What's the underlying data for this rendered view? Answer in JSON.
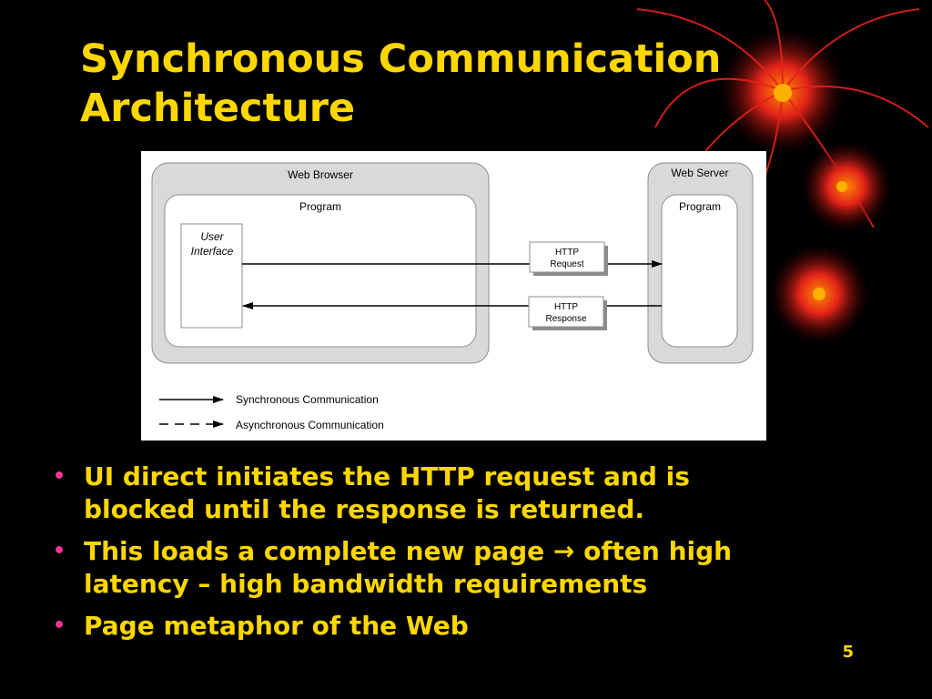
{
  "slide": {
    "title_line1": "Synchronous Communication",
    "title_line2": "Architecture",
    "page_number": "5"
  },
  "diagram": {
    "browser_label": "Web Browser",
    "browser_program_label": "Program",
    "ui_label_line1": "User",
    "ui_label_line2": "Interface",
    "server_label": "Web Server",
    "server_program_label": "Program",
    "request_line1": "HTTP",
    "request_line2": "Request",
    "response_line1": "HTTP",
    "response_line2": "Response",
    "legend_sync": "Synchronous Communication",
    "legend_async": "Asynchronous Communication"
  },
  "bullets": {
    "item1_line1": "UI direct initiates the HTTP request and is",
    "item1_line2": "blocked until the response is returned.",
    "item2_before": "This loads a complete new page ",
    "item2_arrow": "→",
    "item2_after": " often high",
    "item2_line2": "latency – high bandwidth requirements",
    "item3": "Page metaphor of the Web",
    "marker": "•"
  },
  "colors": {
    "background": "#000000",
    "text": "#FFD700",
    "bullet": "#FF3399",
    "decoration": "#E2231A"
  },
  "icons": {
    "decoration": "firework-bursts"
  }
}
